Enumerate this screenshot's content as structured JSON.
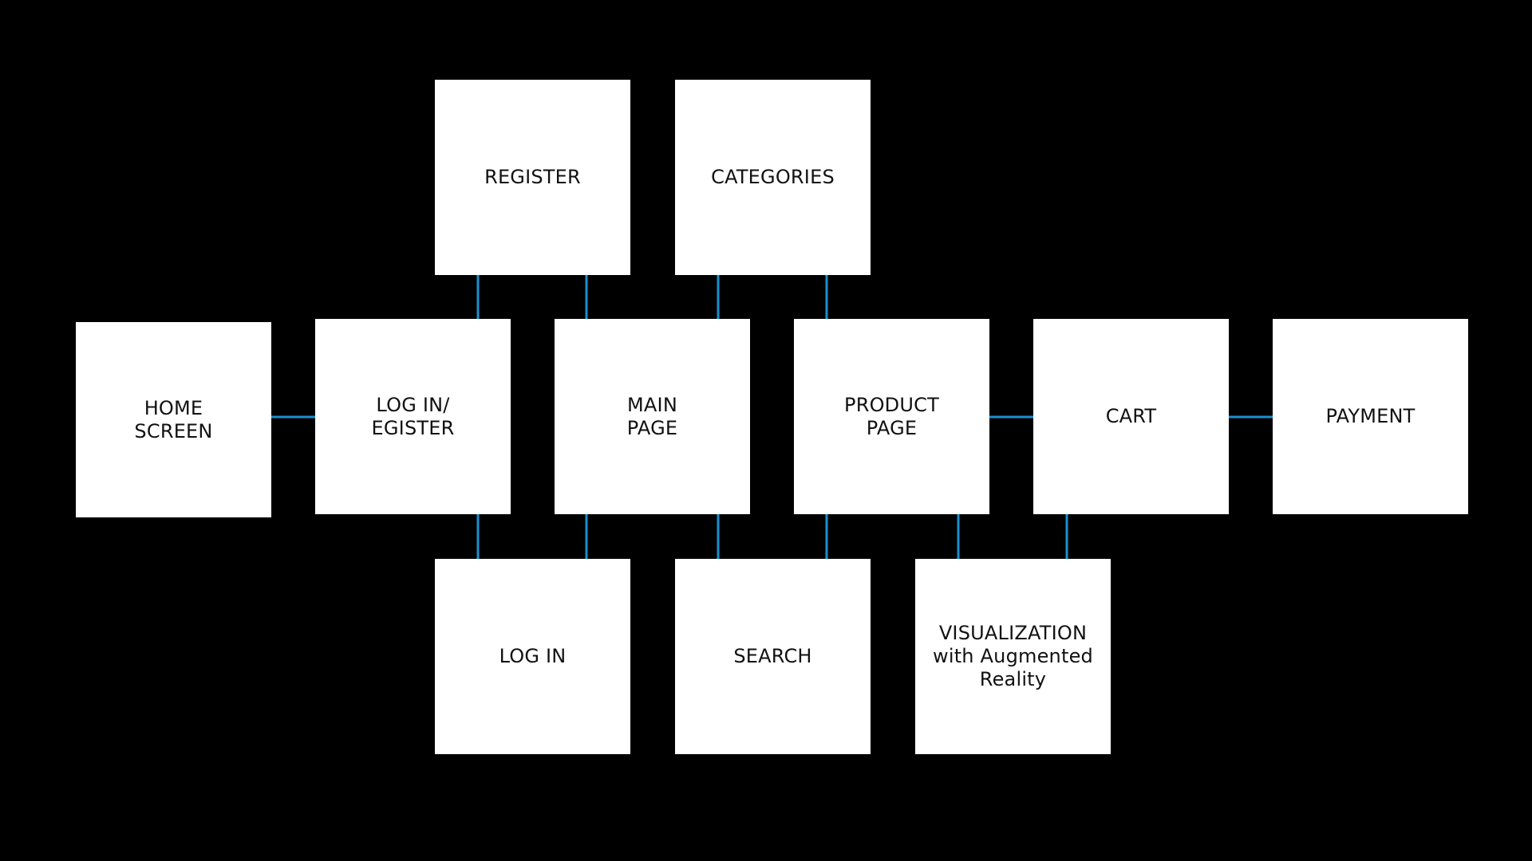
{
  "colors": {
    "background": "#000000",
    "node_fill": "#ffffff",
    "connector": "#1a8fd0"
  },
  "nodes": {
    "home": "HOME\nSCREEN",
    "login_register": "LOG IN/\nEGISTER",
    "main": "MAIN\nPAGE",
    "product": "PRODUCT\nPAGE",
    "cart": "CART",
    "payment": "PAYMENT",
    "register": "REGISTER",
    "categories": "CATEGORIES",
    "login": "LOG IN",
    "search": "SEARCH",
    "ar": "VISUALIZATION\nwith Augmented\nReality"
  },
  "connections": [
    [
      "home",
      "login_register"
    ],
    [
      "login_register",
      "register"
    ],
    [
      "main",
      "register"
    ],
    [
      "main",
      "categories"
    ],
    [
      "product",
      "categories"
    ],
    [
      "login_register",
      "login"
    ],
    [
      "main",
      "login"
    ],
    [
      "main",
      "search"
    ],
    [
      "product",
      "search"
    ],
    [
      "product",
      "ar"
    ],
    [
      "cart",
      "ar"
    ],
    [
      "product",
      "cart"
    ],
    [
      "cart",
      "payment"
    ]
  ]
}
